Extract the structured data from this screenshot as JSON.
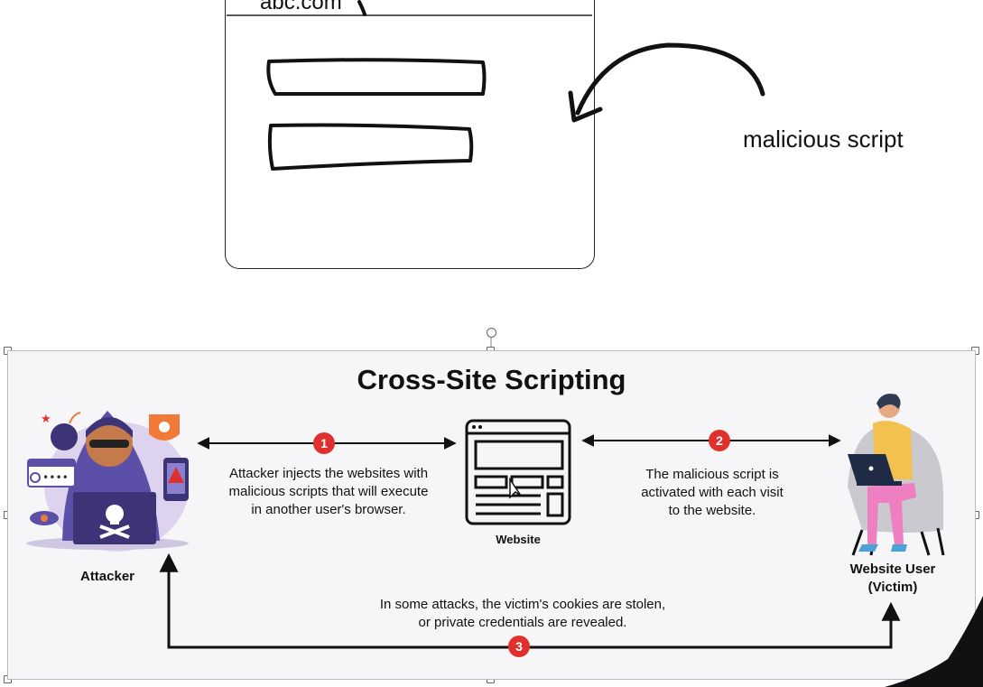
{
  "sketch": {
    "url_text": "abc.com",
    "caption": "malicious script"
  },
  "diagram": {
    "title": "Cross-Site Scripting",
    "attacker_label": "Attacker",
    "website_label": "Website",
    "victim_label_line1": "Website User",
    "victim_label_line2": "(Victim)",
    "steps": [
      {
        "number": "1",
        "lines": [
          "Attacker injects the websites with",
          "malicious scripts that will execute",
          "in another user's browser."
        ]
      },
      {
        "number": "2",
        "lines": [
          "The malicious script is",
          "activated with each visit",
          "to the website."
        ]
      },
      {
        "number": "3",
        "lines": [
          "In some attacks, the victim's cookies are stolen,",
          "or private credentials are revealed."
        ]
      }
    ],
    "colors": {
      "badge": "#e0302d",
      "hoodie": "#5b4fa8",
      "victim_shirt": "#f2c14e",
      "victim_pants": "#ee7fc0",
      "chair": "#c9c9cf"
    }
  }
}
